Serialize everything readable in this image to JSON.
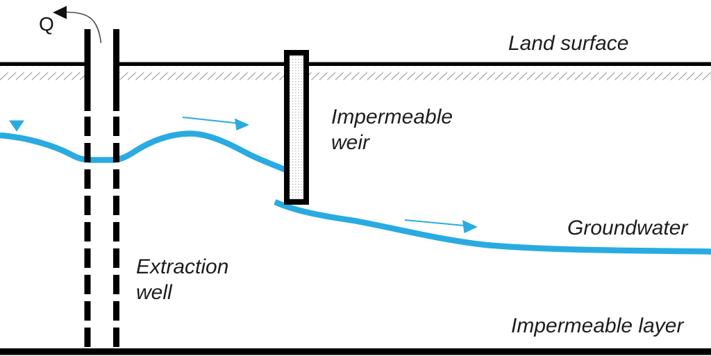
{
  "diagram": {
    "type": "cross-section schematic",
    "subject": "Groundwater extraction well with impermeable weir"
  },
  "labels": {
    "q": "Q",
    "land_surface": "Land surface",
    "impermeable_weir_line1": "Impermeable",
    "impermeable_weir_line2": "weir",
    "extraction_well_line1": "Extraction",
    "extraction_well_line2": "well",
    "groundwater": "Groundwater",
    "impermeable_layer": "Impermeable layer"
  },
  "colors": {
    "water_blue": "#29abe2",
    "ink_black": "#000000",
    "hatch_gray": "#999999",
    "stipple_gray": "#b3b3b3",
    "text_dark": "#1d1d1d"
  },
  "icons": {
    "water_table_marker": "downward-triangle",
    "flow_arrows": "right-pointing-arrow",
    "discharge_arrow": "left-pointing-curved-arrow"
  }
}
